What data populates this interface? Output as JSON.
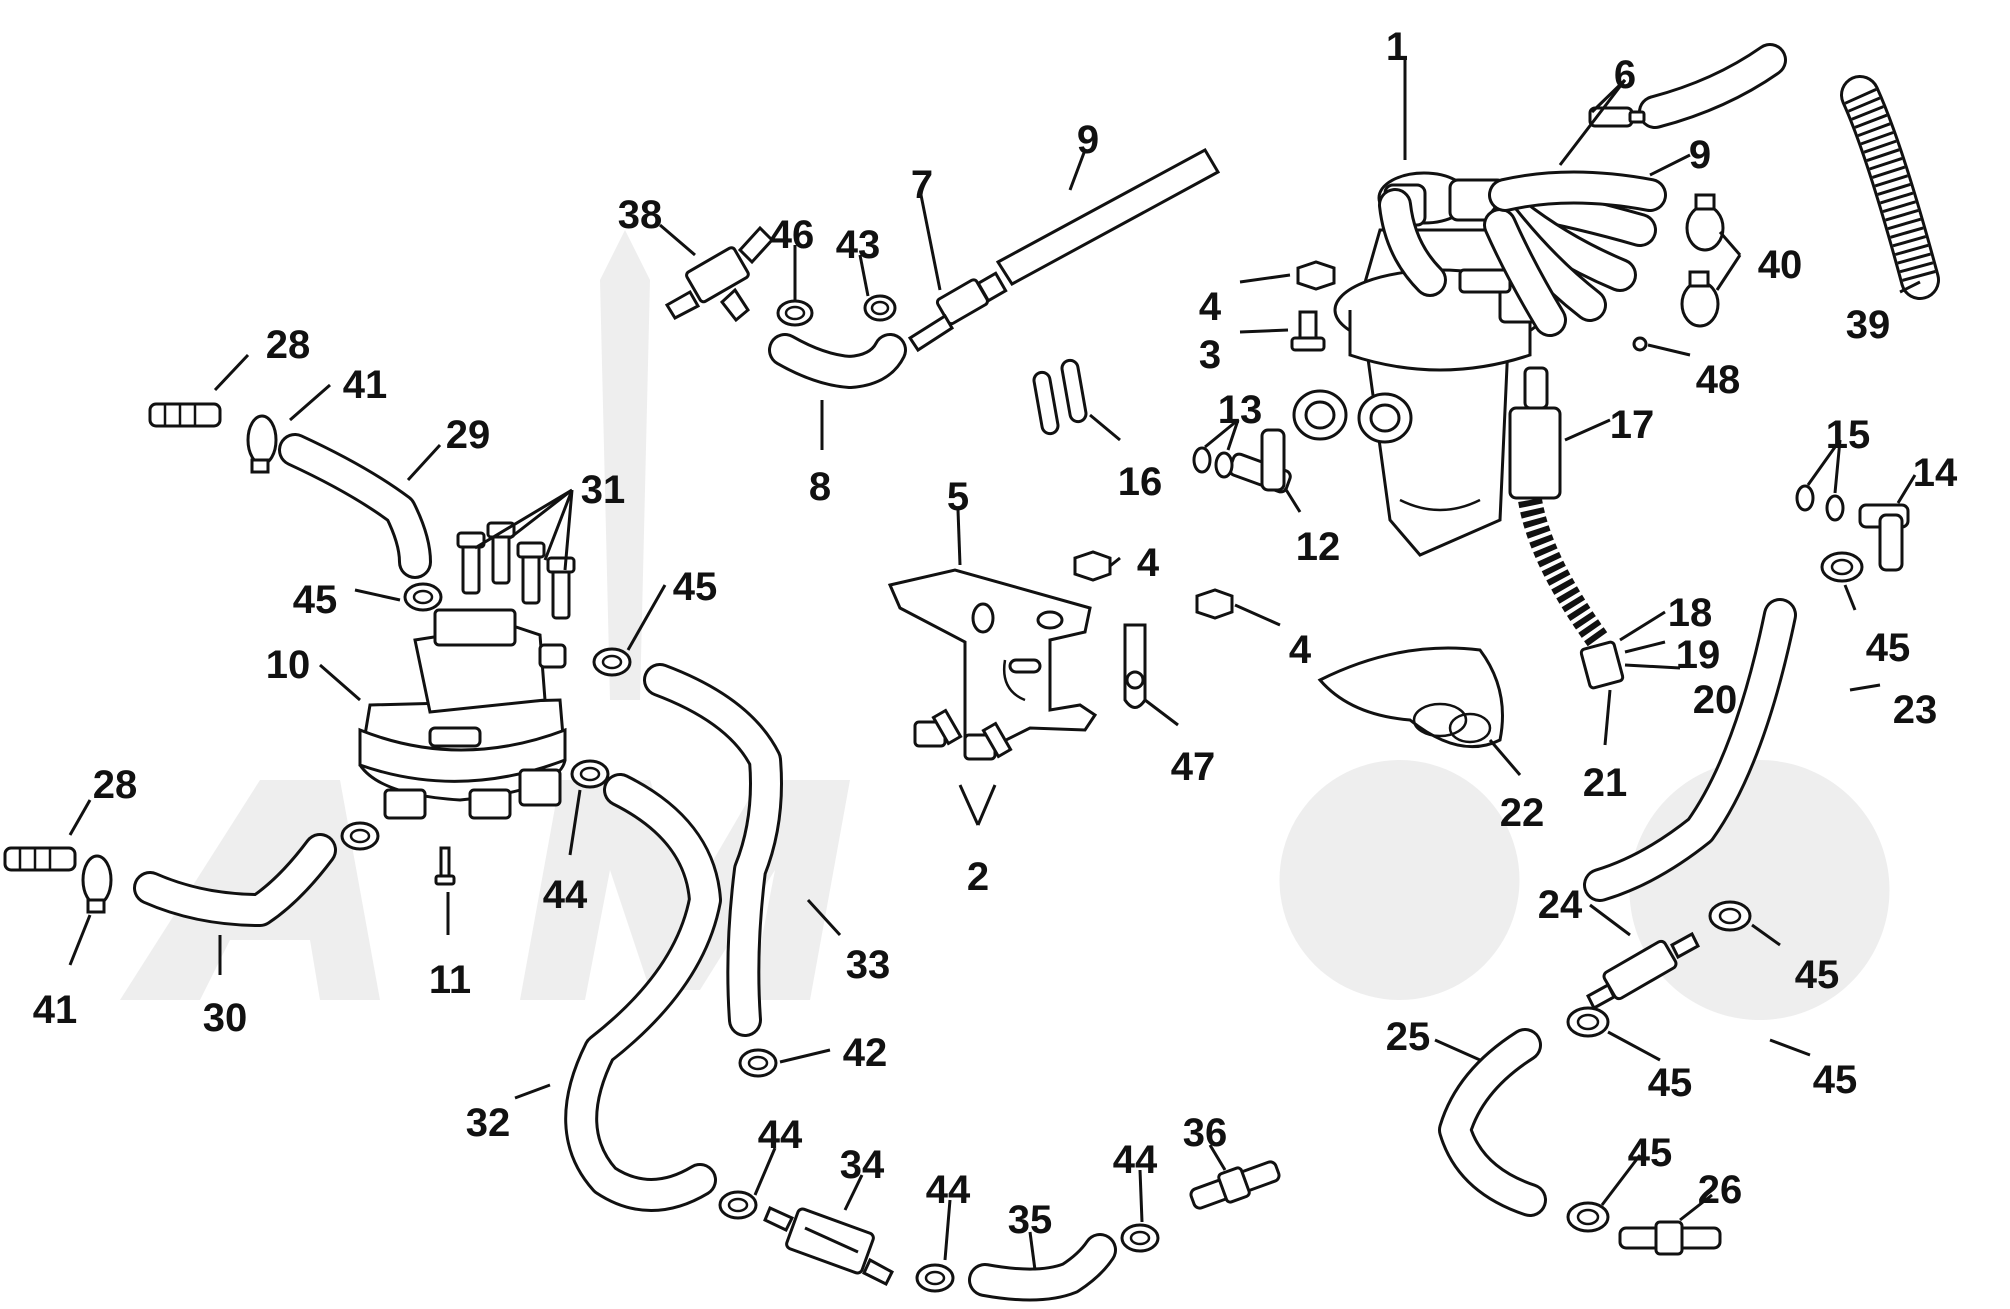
{
  "diagram": {
    "callouts": [
      {
        "label": "1"
      },
      {
        "label": "6"
      },
      {
        "label": "9"
      },
      {
        "label": "9"
      },
      {
        "label": "7"
      },
      {
        "label": "38"
      },
      {
        "label": "46"
      },
      {
        "label": "43"
      },
      {
        "label": "40"
      },
      {
        "label": "39"
      },
      {
        "label": "4"
      },
      {
        "label": "3"
      },
      {
        "label": "48"
      },
      {
        "label": "28"
      },
      {
        "label": "41"
      },
      {
        "label": "29"
      },
      {
        "label": "8"
      },
      {
        "label": "13"
      },
      {
        "label": "16"
      },
      {
        "label": "17"
      },
      {
        "label": "15"
      },
      {
        "label": "14"
      },
      {
        "label": "31"
      },
      {
        "label": "12"
      },
      {
        "label": "5"
      },
      {
        "label": "4"
      },
      {
        "label": "45"
      },
      {
        "label": "45"
      },
      {
        "label": "4"
      },
      {
        "label": "18"
      },
      {
        "label": "45"
      },
      {
        "label": "10"
      },
      {
        "label": "19"
      },
      {
        "label": "20"
      },
      {
        "label": "23"
      },
      {
        "label": "47"
      },
      {
        "label": "21"
      },
      {
        "label": "28"
      },
      {
        "label": "22"
      },
      {
        "label": "2"
      },
      {
        "label": "44"
      },
      {
        "label": "24"
      },
      {
        "label": "45"
      },
      {
        "label": "41"
      },
      {
        "label": "30"
      },
      {
        "label": "11"
      },
      {
        "label": "33"
      },
      {
        "label": "45"
      },
      {
        "label": "25"
      },
      {
        "label": "42"
      },
      {
        "label": "45"
      },
      {
        "label": "32"
      },
      {
        "label": "44"
      },
      {
        "label": "34"
      },
      {
        "label": "36"
      },
      {
        "label": "45"
      },
      {
        "label": "44"
      },
      {
        "label": "35"
      },
      {
        "label": "44"
      },
      {
        "label": "26"
      }
    ]
  }
}
